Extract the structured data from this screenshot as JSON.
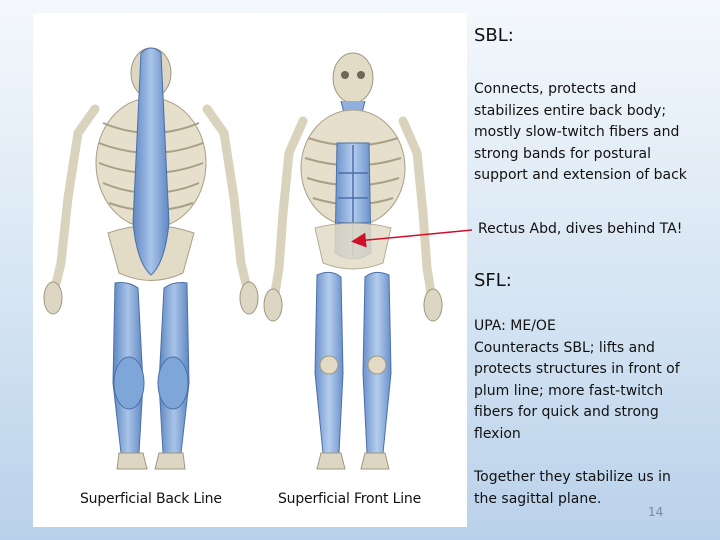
{
  "sbl": {
    "title": "SBL:",
    "description": [
      "Connects, protects and",
      "stabilizes entire back body;",
      "mostly slow-twitch fibers and",
      "strong bands for postural",
      "support and extension of back"
    ]
  },
  "annotation": {
    "text": "Rectus Abd, dives behind TA!"
  },
  "sfl": {
    "title": "SFL:",
    "description": [
      "UPA: ME/OE",
      "Counteracts SBL; lifts and",
      "protects structures in front of",
      "plum line; more fast-twitch",
      "fibers for quick and strong",
      "flexion"
    ]
  },
  "summary": [
    "Together they stabilize us in",
    "the sagittal plane."
  ],
  "captions": {
    "back": "Superficial Back Line",
    "front": "Superficial Front Line"
  },
  "slide_number": "14",
  "colors": {
    "muscle": "#7fa6d8",
    "bone": "#e2dcc8",
    "arrow": "#d0102a",
    "accent_bg": "#c8dcef"
  }
}
